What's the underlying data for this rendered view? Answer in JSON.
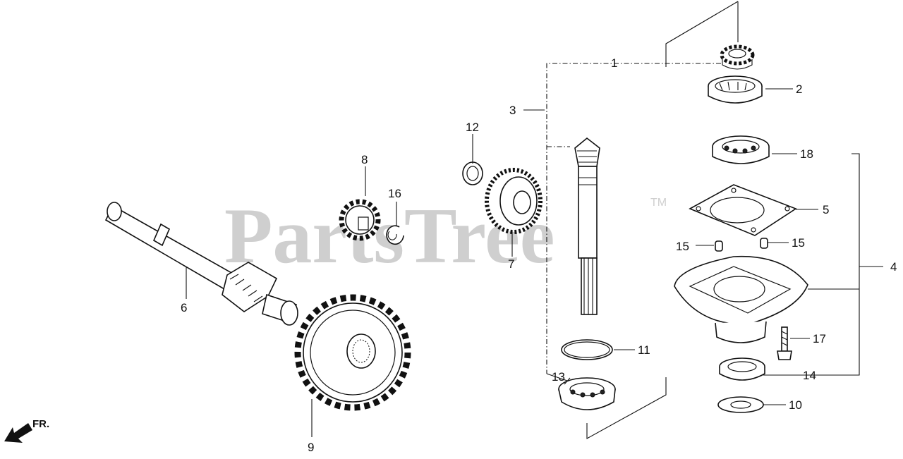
{
  "watermark": {
    "text": "PartsTree",
    "tm": "TM"
  },
  "direction": {
    "label": "FR."
  },
  "callouts": [
    {
      "id": "c1",
      "text": "1"
    },
    {
      "id": "c2",
      "text": "2"
    },
    {
      "id": "c3",
      "text": "3"
    },
    {
      "id": "c4",
      "text": "4"
    },
    {
      "id": "c5",
      "text": "5"
    },
    {
      "id": "c6",
      "text": "6"
    },
    {
      "id": "c7",
      "text": "7"
    },
    {
      "id": "c8",
      "text": "8"
    },
    {
      "id": "c9",
      "text": "9"
    },
    {
      "id": "c10",
      "text": "10"
    },
    {
      "id": "c11",
      "text": "11"
    },
    {
      "id": "c12",
      "text": "12"
    },
    {
      "id": "c13",
      "text": "13"
    },
    {
      "id": "c14",
      "text": "14"
    },
    {
      "id": "c15a",
      "text": "15"
    },
    {
      "id": "c15b",
      "text": "15"
    },
    {
      "id": "c16",
      "text": "16"
    },
    {
      "id": "c17",
      "text": "17"
    },
    {
      "id": "c18",
      "text": "18"
    }
  ]
}
